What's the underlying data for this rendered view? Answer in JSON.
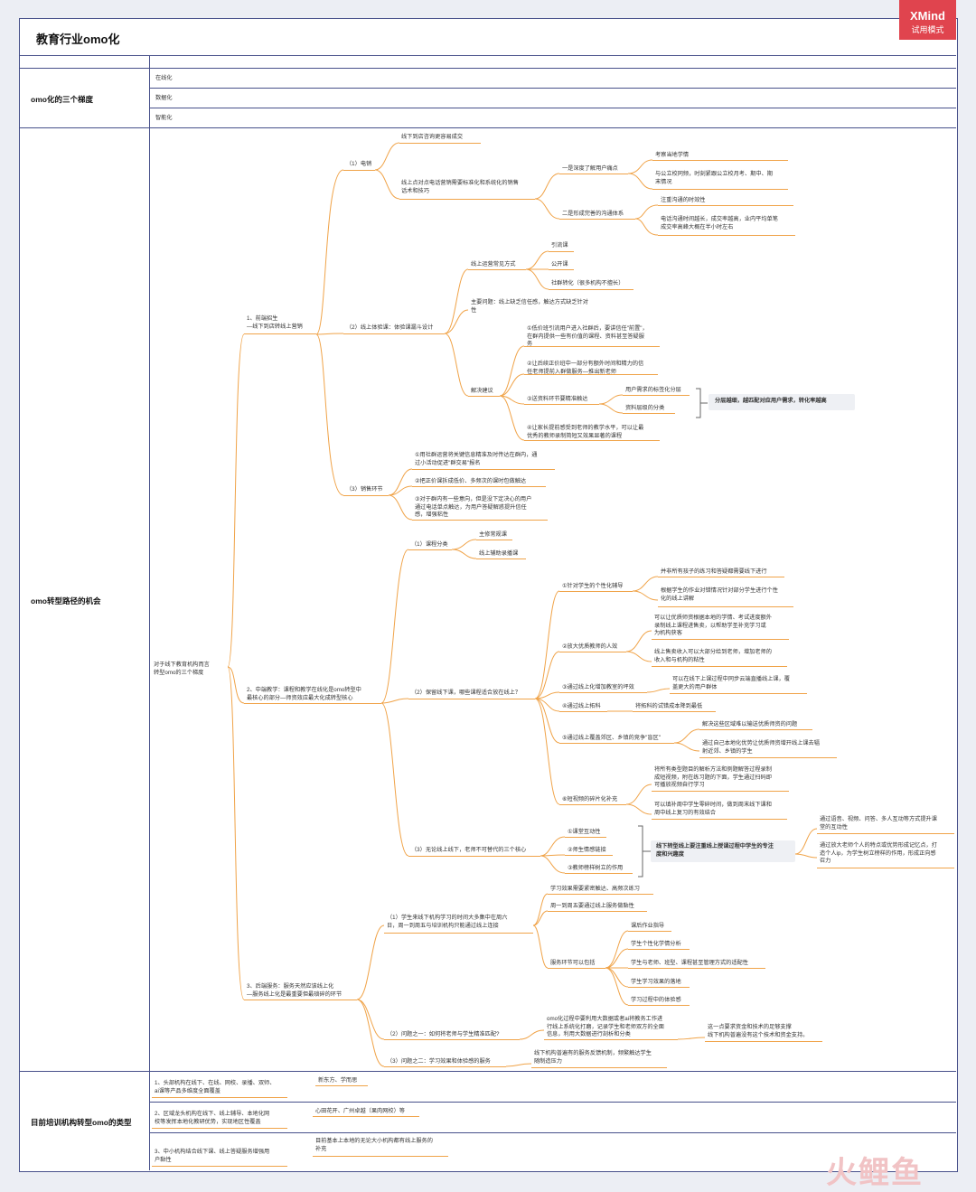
{
  "title": "教育行业omo化",
  "badge": {
    "brand": "XMind",
    "mode": "试用模式"
  },
  "watermark": "火鲤鱼",
  "rows": {
    "r1": {
      "label": "omo化的三个梯度",
      "items": [
        "在线化",
        "数据化",
        "智能化"
      ]
    },
    "r2": {
      "label": "omo转型路径的机会"
    },
    "r3": {
      "label": "目前培训机构转型omo的类型"
    }
  },
  "root": "对于线下教育机构而言\n转型omo的三个梯度",
  "front": {
    "title": "1、前端招生\n—线下到店转线上营销",
    "s1": {
      "title": "（1）电销",
      "a": "线下到店咨询更容易成交",
      "b": "线上点对点电话营销需要标准化和系统化的销售\n话术和技巧",
      "c1": "一是深度了解用户痛点",
      "c1a": "考察当地学情",
      "c1b": "与公立校同频，时刻紧跟公立校月考、期中、期\n末情况",
      "c2": "二是形成完善的沟通体系",
      "c2a": "注重沟通的时效性",
      "c2b": "电话沟通时间越长，成交率越高，业内平均单笔\n成交率高峰大概在半小时左右"
    },
    "s2": {
      "title": "（2）线上体验课：体验课漏斗设计",
      "ops": "线上运营常见方式",
      "ops1": "引流课",
      "ops2": "公开课",
      "ops3": "社群转化（很多机构不擅长）",
      "prob": "主要问题：线上缺乏信任感，触达方式缺乏针对\n性",
      "sol": "解决建议",
      "sol1": "①低价班引流用户进入社群后，要讲信任\"前置\"，\n在群内提供一些有价值的课程、资料甚至答疑服\n务",
      "sol2": "②让后续正价班中一部分有额外时间和精力的信\n任老师提前入群做服务—推出新老师",
      "sol3": "③送资料环节要精准触达",
      "sol3a": "用户需求的标签化分层",
      "sol3b": "资料层级的分类",
      "sol3sum": "分层越细，越匹配对应用户需求，转化率越高",
      "sol4": "④让家长提前感受到老师的教学水平，可以让最\n优秀的教师录制简短又效果显著的课程"
    },
    "s3": {
      "title": "（3）销售环节",
      "a": "①用社群运营将关键信息精准及时传达在群内，通\n过小活动促进\"群交易\"报名",
      "b": "②把正价课拆成低价、多频次的课时包做触达",
      "c": "③对于群内有一些意向，但是没下定决心的用户\n通过电话单点触达，为用户答疑解惑提升信任\n感，增强粘性"
    }
  },
  "middle": {
    "title": "2、中端教学：课程和教学在线化是omo转型中\n最核心的部分—师资效应最大化成转型核心",
    "s1": {
      "title": "（1）课程分类",
      "a": "主修常规课",
      "b": "线上辅助录播课"
    },
    "s2": {
      "title": "（2）保留线下课，哪些课程适合放在线上？",
      "i1": "①针对学生的个性化辅导",
      "i1a": "并非所有孩子的练习和答疑都需要线下进行",
      "i1b": "根据学生的作业对错情况针对部分学生进行个性\n化的线上讲解",
      "i2": "②放大优质教师的人效",
      "i2a": "可以让优质师资根据本地的学情、考试进度额外\n录制线上课程进售卖，以帮助学圣补充学习或\n为机构获客",
      "i2b": "线上售卖收入可以大部分给到老师，增加老师的\n收入和与机构的粘性",
      "i3": "③通过线上化增加教室的坪效",
      "i3a": "可以在线下上课过程中同步云端直播线上课，覆\n盖更大的用户群体",
      "i4": "④通过线上拓科",
      "i4a": "将拓科的试错成本降到最低",
      "i5": "⑤通过线上覆盖郊区、乡镇的竞争\"盲区\"",
      "i5a": "解决这些区域难以输送优质师资的问题",
      "i5b": "通过自己本地化优势让优质师资增开线上课去辐\n射近郊、乡镇的学生",
      "i6": "⑥短视频的碎片化补充",
      "i6a": "将所有类型题目的解析方法和例题解答过程录制\n成短视频，附在练习题的下面，学生通过扫码即\n可播放视频自行学习",
      "i6b": "可以填补周中学生零碎时间，做到周末线下课和\n周中线上复习的有效结合"
    },
    "s3": {
      "title": "（3）无论线上线下，老师不可替代的三个核心",
      "a": "①课堂互动性",
      "b": "②师生情感链接",
      "c": "③教师榜样树立的作用",
      "sum": "线下转型线上要注重线上授课过程中学生的专注\n度和兴趣度",
      "sum1": "通过语音、视频、问答、多人互动等方式提升课\n堂的互动性",
      "sum2": "通过放大老师个人的特点或优势形成记忆点，打\n造个人ip，为学生树立榜样的作用，形成正向感\n召力"
    }
  },
  "back": {
    "title": "3、后端服务：服务天然应该线上化\n—服务线上化是最重要但最琐碎的环节",
    "s1": {
      "title": "（1）学生来线下机构学习的时间大多集中在周六\n日，周一到周五与培训机构只能通过线上连接",
      "a": "学习效果需要紧密触达、高频次练习",
      "b": "周一到周五要通过线上服务做黏性",
      "c": "服务环节可以包括",
      "c1": "课后作业指导",
      "c2": "学生个性化学情分析",
      "c3": "学生与老师、班型、课程甚至管理方式的适配性",
      "c4": "学生学习效果的落地",
      "c5": "学习过程中的体验感"
    },
    "s2": {
      "title": "（2）问题之一：如何将老师与学生精准匹配?",
      "a": "omo化过程中要利用大数据或者ai将教务工作进\n行线上系统化打磨，记录学生和老师双方的全面\n信息，利用大数据进行剖析和分类",
      "b": "这一点要求资金和技术的足够支撑\n线下机构普遍没有这个技术和资金支持。"
    },
    "s3": {
      "title": "（3）问题之二：学习效果和体验感的服务",
      "a": "线下机构普遍有的服务反馈机制，频繁触达学生\n随制造压力"
    }
  },
  "types": {
    "t1": "1、头部机构在线下、在线、网校、录播、双师、\nai课等产品多维度全面覆盖",
    "t1a": "新东方、学而思",
    "t2": "2、区域龙头机构在线下、线上辅导、本地化网\n校等发挥本地化教研优势，实现地区性覆盖",
    "t2a": "心田花开、广州卓越（果肉网校）等",
    "t3": "3、中小机构结合线下课、线上答疑服务增强用\n户黏性",
    "t3a": "目前基本上本地的无论大小机构都有线上服务的\n补充"
  }
}
